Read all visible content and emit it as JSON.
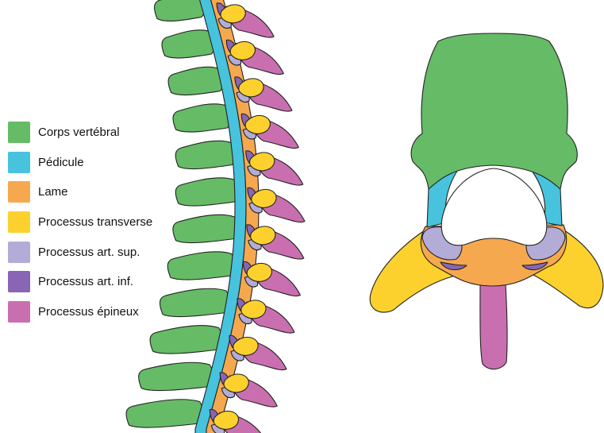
{
  "legend": {
    "items": [
      {
        "label": "Corps vertébral",
        "color": "#66bb66"
      },
      {
        "label": "Pédicule",
        "color": "#47c3dd"
      },
      {
        "label": "Lame",
        "color": "#f6a84f"
      },
      {
        "label": "Processus transverse",
        "color": "#fdd12d"
      },
      {
        "label": "Processus art. sup.",
        "color": "#b3acd6"
      },
      {
        "label": "Processus art. inf.",
        "color": "#8866b3"
      },
      {
        "label": "Processus épineux",
        "color": "#c96fb0"
      }
    ]
  },
  "colors": {
    "body": "#66bb66",
    "pedicle": "#47c3dd",
    "lamina": "#f6a84f",
    "transverse": "#fdd12d",
    "art_sup": "#b3acd6",
    "art_inf": "#8866b3",
    "spinous": "#c96fb0",
    "outline": "#222222"
  }
}
